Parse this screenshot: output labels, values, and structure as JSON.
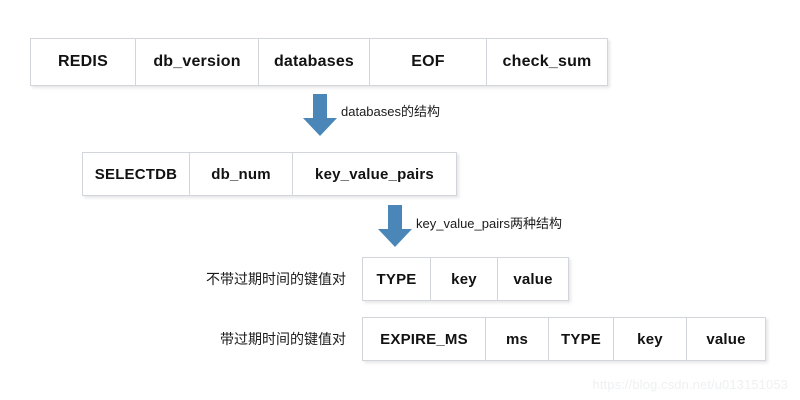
{
  "diagram": {
    "title_note": "Redis RDB file structure diagram",
    "accent_color": "#4a87b8",
    "box_border_color": "#d2d6da",
    "rows": [
      {
        "name": "rdb-file-layout",
        "cells": [
          {
            "label": "REDIS",
            "width": 106
          },
          {
            "label": "db_version",
            "width": 124
          },
          {
            "label": "databases",
            "width": 112
          },
          {
            "label": "EOF",
            "width": 118
          },
          {
            "label": "check_sum",
            "width": 122
          }
        ]
      },
      {
        "name": "databases-layout",
        "cells": [
          {
            "label": "SELECTDB",
            "width": 108
          },
          {
            "label": "db_num",
            "width": 104
          },
          {
            "label": "key_value_pairs",
            "width": 165
          }
        ]
      },
      {
        "name": "kv-without-expire",
        "cells": [
          {
            "label": "TYPE",
            "width": 69
          },
          {
            "label": "key",
            "width": 68
          },
          {
            "label": "value",
            "width": 72
          }
        ]
      },
      {
        "name": "kv-with-expire",
        "cells": [
          {
            "label": "EXPIRE_MS",
            "width": 124
          },
          {
            "label": "ms",
            "width": 64
          },
          {
            "label": "TYPE",
            "width": 66
          },
          {
            "label": "key",
            "width": 74
          },
          {
            "label": "value",
            "width": 80
          }
        ]
      }
    ],
    "arrows": [
      {
        "name": "databases-arrow",
        "label": "databases的结构"
      },
      {
        "name": "key-value-pairs-arrow",
        "label": "key_value_pairs两种结构"
      }
    ],
    "captions": [
      {
        "name": "caption-no-expire",
        "text": "不带过期时间的键值对"
      },
      {
        "name": "caption-with-expire",
        "text": "带过期时间的键值对"
      }
    ],
    "watermark": "https://blog.csdn.net/u013151053"
  }
}
